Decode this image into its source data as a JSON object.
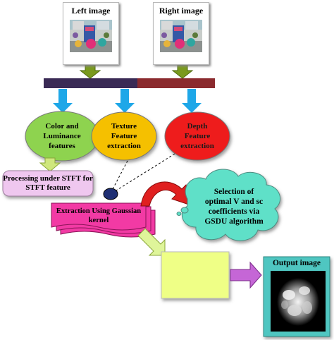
{
  "inputs": {
    "left_image_label": "Left image",
    "right_image_label": "Right image"
  },
  "features": {
    "color_luminance": [
      "Color and",
      "Luminance",
      "features"
    ],
    "texture": [
      "Texture",
      "Feature",
      "extraction"
    ],
    "depth": [
      "Depth",
      "Feature",
      "extraction"
    ]
  },
  "processing": {
    "stft_label": [
      "Processing under STFT for",
      "STFT feature"
    ],
    "gaussian_label": [
      "Extraction Using Gaussian",
      "kernel"
    ],
    "gsdu_label": [
      "Selection of",
      "optimal V and sc",
      "coefficients via",
      "GSDU algorithm"
    ]
  },
  "output": {
    "output_label": "Output image"
  },
  "colors": {
    "bar_left": "#3a2a55",
    "bar_right": "#8b2a2e",
    "arrow_green": "#7a9a1e",
    "arrow_blue": "#1ea7e8",
    "color_ellipse": "#8ed34f",
    "texture_ellipse": "#f5c000",
    "depth_ellipse": "#ee1c1c",
    "stft_box": "#efc7ef",
    "gaussian_box": "#f23aa4",
    "gsdu_cloud": "#5fe0c8",
    "result_box": "#efff86",
    "output_box": "#4fc6c1",
    "purple_arrow": "#c566d6",
    "red_arrow": "#e02020"
  }
}
